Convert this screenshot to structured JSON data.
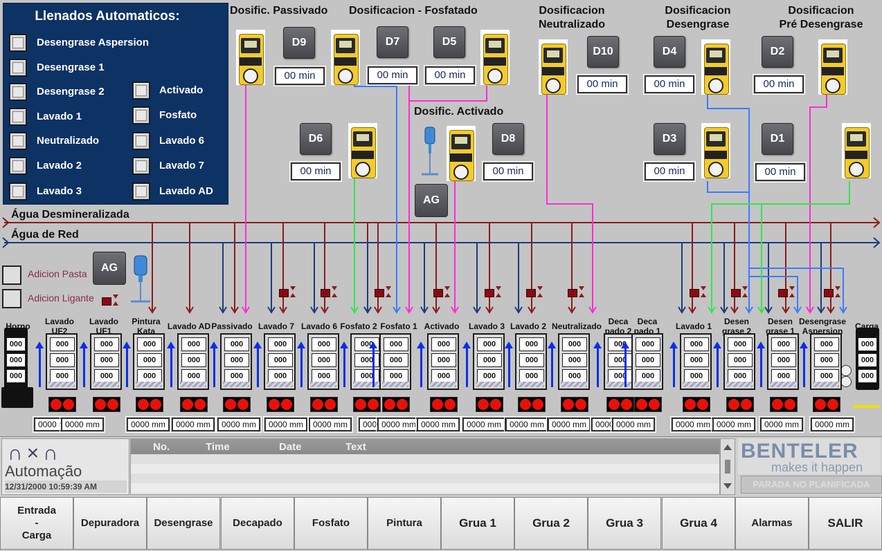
{
  "fill_panel": {
    "title": "Llenados Automaticos:",
    "left_items": [
      "Desengrase Aspersion",
      "Desengrase 1",
      "Desengrase 2",
      "Lavado 1",
      "Neutralizado",
      "Lavado 2",
      "Lavado 3"
    ],
    "right_items": [
      "Activado",
      "Fosfato",
      "Lavado 6",
      "Lavado 7",
      "Lavado AD"
    ]
  },
  "dosing_titles": {
    "passivado": "Dosific. Passivado",
    "fosfatado": "Dosificacion - Fosfatado",
    "neutralizado": "Dosificacion\nNeutralizado",
    "desengrase": "Dosificacion\nDesengrase",
    "pre_desengrase": "Dosificacion\nPré Desengrase",
    "activado": "Dosific. Activado"
  },
  "dosing_buttons": {
    "d9": "D9",
    "d7": "D7",
    "d5": "D5",
    "d10": "D10",
    "d4": "D4",
    "d2": "D2",
    "d6": "D6",
    "d8": "D8",
    "d3": "D3",
    "d1": "D1"
  },
  "dosing_minutes": {
    "d9": "00 min",
    "d7": "00 min",
    "d5": "00 min",
    "d10": "00 min",
    "d4": "00 min",
    "d2": "00 min",
    "d6": "00 min",
    "d8": "00 min",
    "d3": "00 min",
    "d1": "00 min"
  },
  "agitator_button": "AG",
  "water_lines": {
    "demineralized": "Água Desmineralizada",
    "network": "Água de Red"
  },
  "additions": {
    "pasta": "Adicion Pasta",
    "ligante": "Adicion Ligante"
  },
  "tank_labels": [
    "Horno",
    "Lavado\nUF2",
    "Lavado\nUF1",
    "Pintura\nKata",
    "Lavado AD",
    "Passivado",
    "Lavado 7",
    "Lavado 6",
    "Fosfato 2",
    "Fosfato 1",
    "Activado",
    "Lavado 3",
    "Lavado 2",
    "Neutralizado",
    "Deca\npado 2",
    "Deca\npado 1",
    "Lavado 1",
    "Desen\ngrase 2",
    "Desen\ngrase 1",
    "Desengrase\nAspersion",
    "Carga"
  ],
  "tank_value": "000",
  "level_value": "0000 mm",
  "alarm_header": {
    "no": "No.",
    "time": "Time",
    "date": "Date",
    "text": "Text"
  },
  "logo": {
    "symbol": "∩×∩",
    "text": "Automação",
    "datetime": "12/31/2000 10:59:39 AM"
  },
  "brand": {
    "name": "BENTELER",
    "tagline": "makes it happen"
  },
  "status": "PARADA NO PLANIFICADA",
  "nav": [
    "Entrada\n-\nCarga",
    "Depuradora",
    "Desengrase",
    "Decapado",
    "Fosfato",
    "Pintura",
    "Grua 1",
    "Grua 2",
    "Grua 3",
    "Grua 4",
    "Alarmas",
    "SALIR"
  ],
  "colors": {
    "panel": "#0d3264",
    "demin_line": "#8b1a1a",
    "network_line": "#1a3a7a",
    "magenta": "#ff2bd6",
    "blue": "#3a7bff",
    "green": "#2fe84a",
    "alarm_red": "#e8100a"
  }
}
